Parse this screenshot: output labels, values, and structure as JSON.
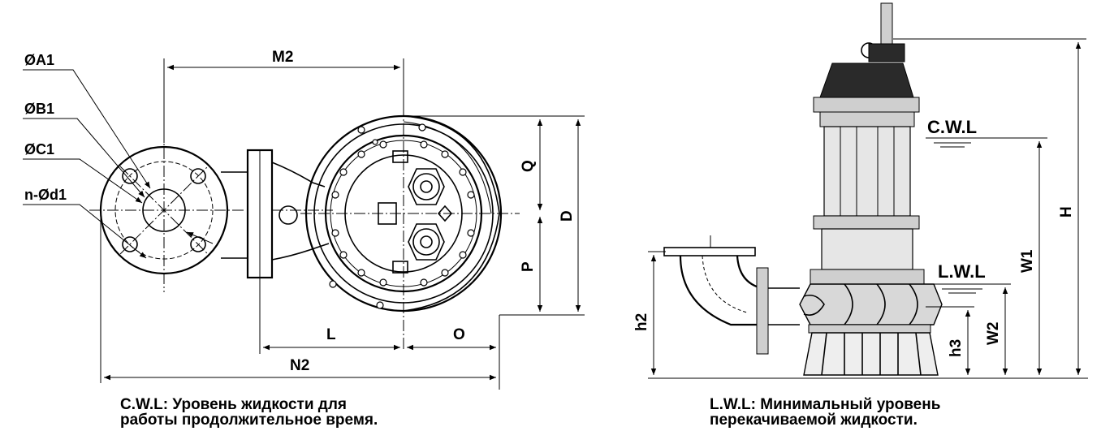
{
  "plan_view": {
    "labels": {
      "a1": "ØA1",
      "b1": "ØB1",
      "c1": "ØC1",
      "nd1": "n-Ød1",
      "m2": "M2",
      "q": "Q",
      "d": "D",
      "p": "P",
      "l": "L",
      "o": "O",
      "n2": "N2"
    }
  },
  "side_view": {
    "labels": {
      "cwl": "C.W.L",
      "lwl": "L.W.L",
      "h": "H",
      "w1": "W1",
      "w2": "W2",
      "h2": "h2",
      "h3": "h3"
    }
  },
  "captions": {
    "cwl_line1": "C.W.L: Уровень жидкости для",
    "cwl_line2": "работы продолжительное время.",
    "lwl_line1": "L.W.L: Минимальный уровень",
    "lwl_line2": "перекачиваемой жидкости."
  }
}
